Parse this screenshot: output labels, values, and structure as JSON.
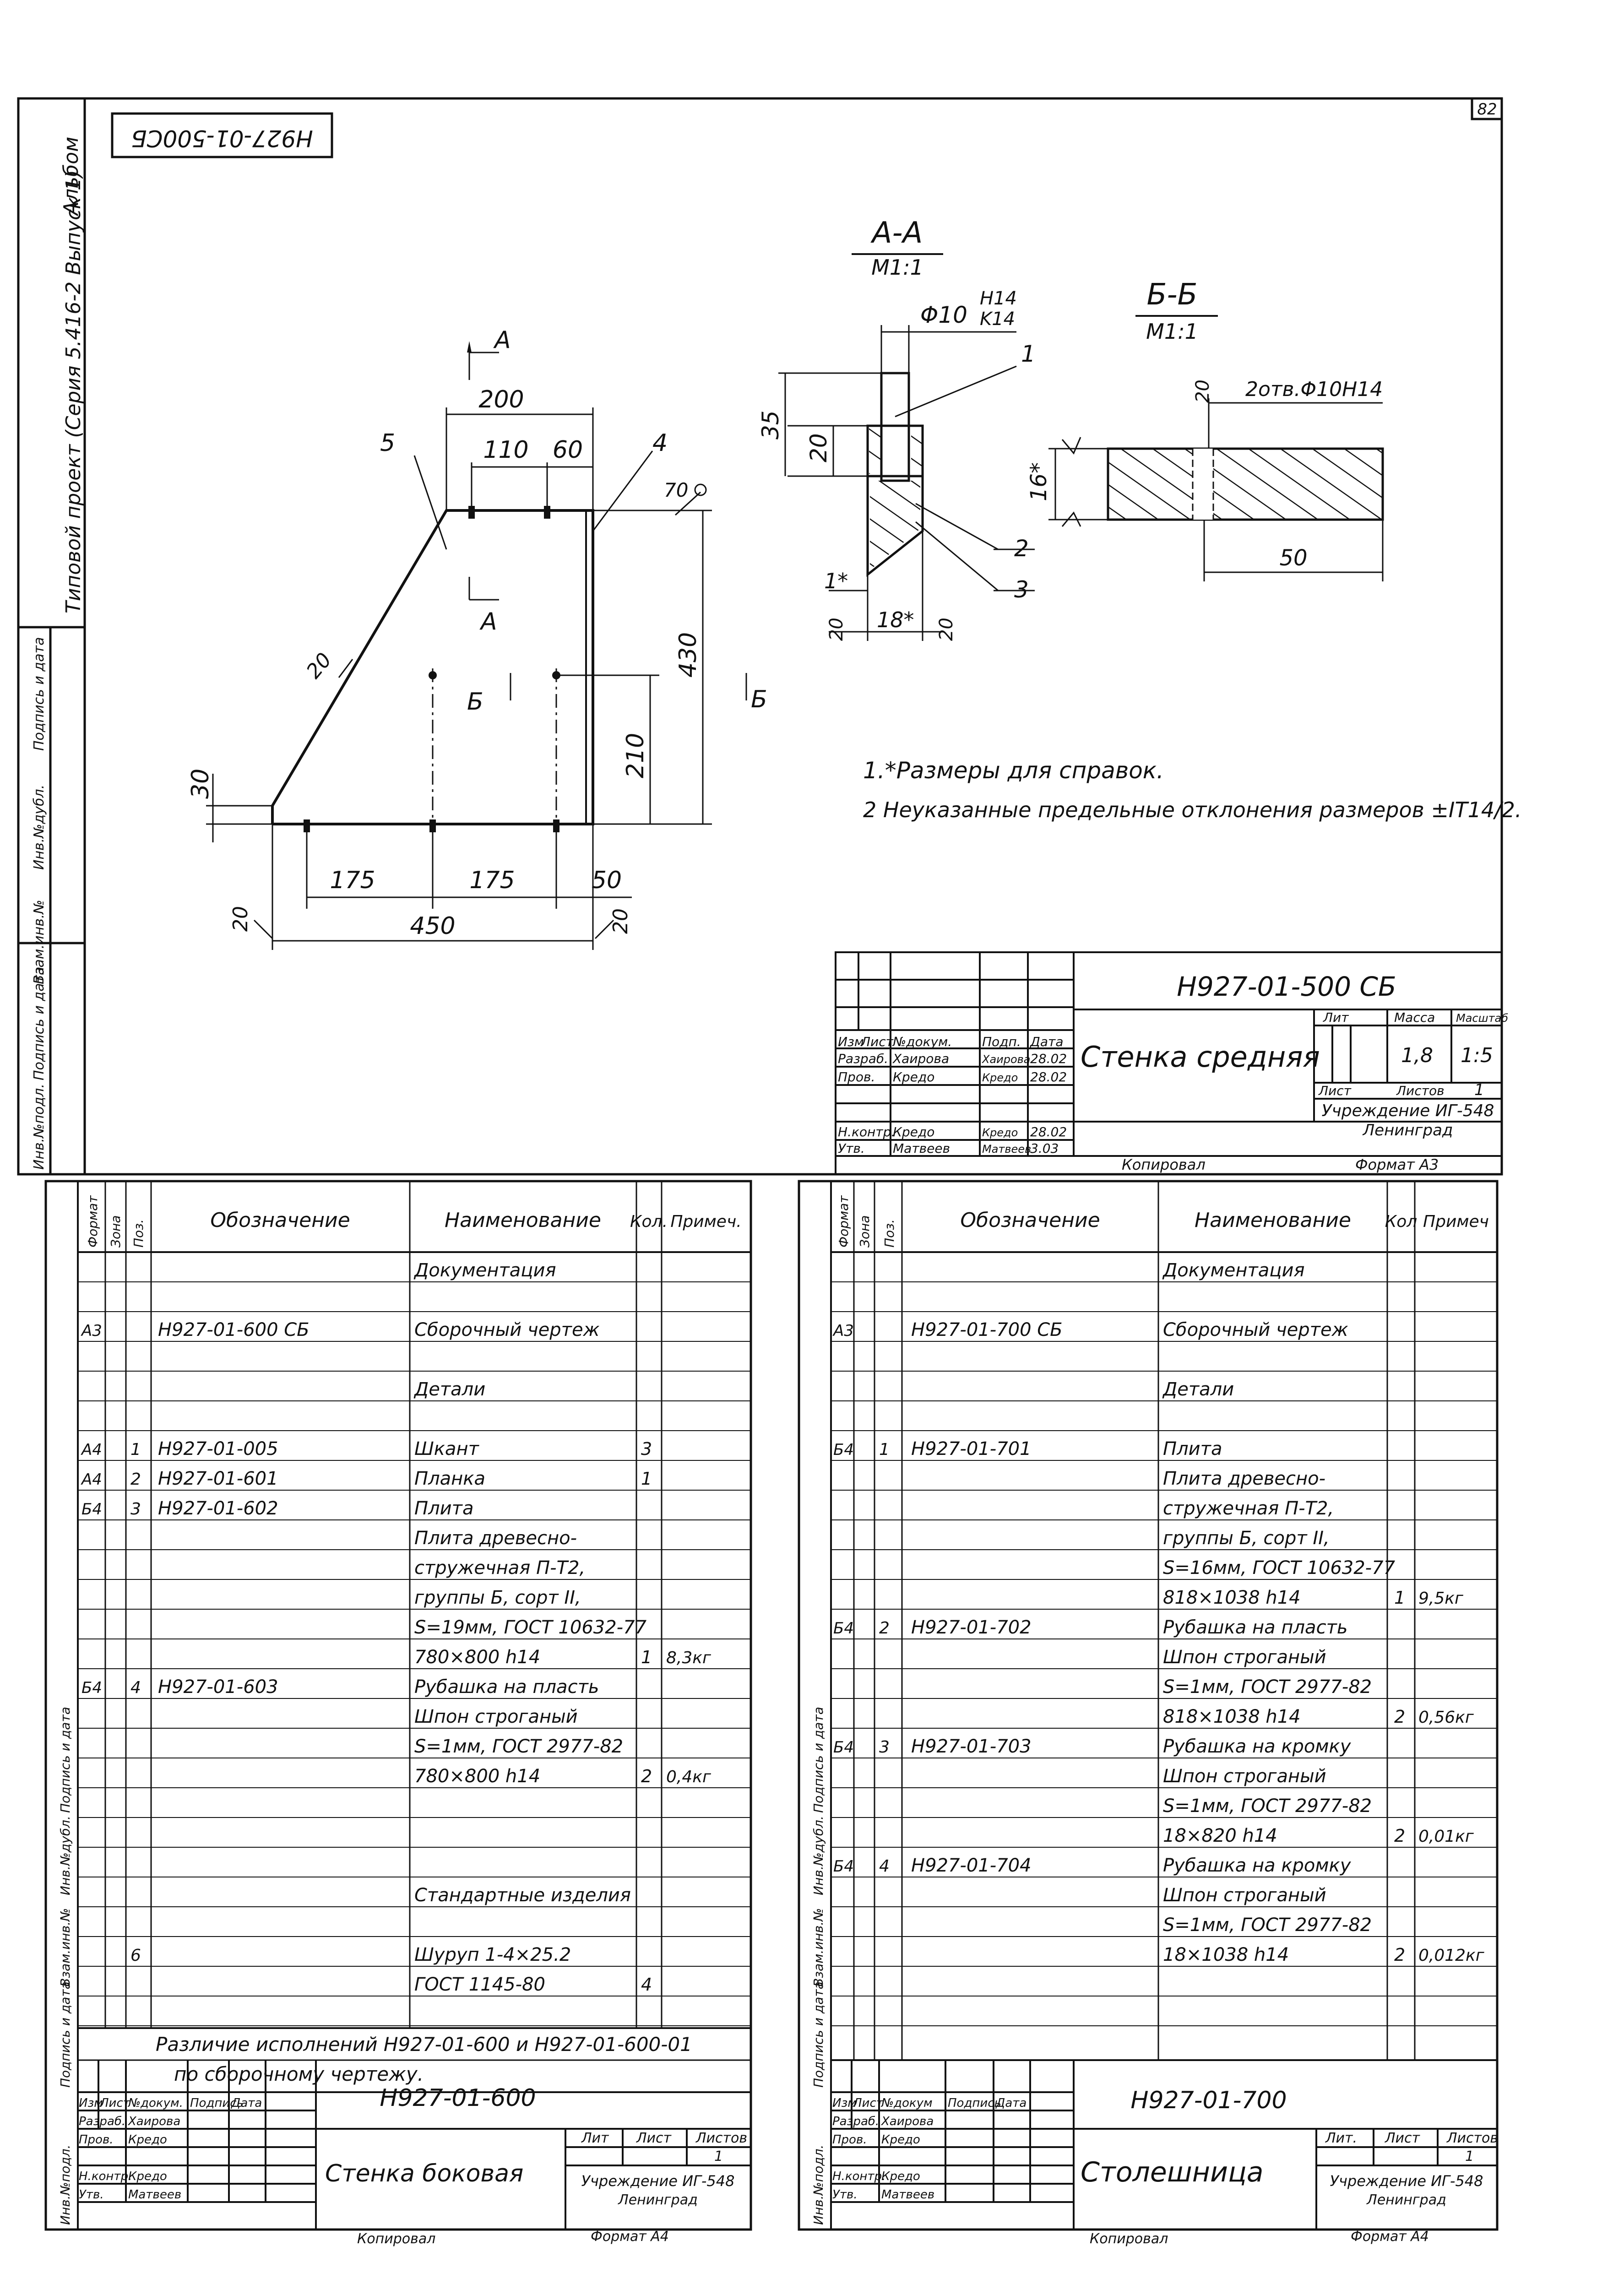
{
  "page_number": "82",
  "album_label": "Альбом",
  "project_label": "Типовой проект (Серия 5.416-2 Выпуск 1)",
  "stamp_code_rotated": "H927-01-500СБ",
  "side_labels": {
    "inv_podl": "Инв.№подл.",
    "podpis_data": "Подпись и дата",
    "vzam_inv": "Взам.инв.№",
    "inv_dubl": "Инв.№дубл.",
    "podpis_data2": "Подпись и дата"
  },
  "drawing_top": {
    "views": {
      "section_aa": "А-А",
      "section_aa_scale": "М1:1",
      "section_bb": "Б-Б",
      "section_bb_scale": "М1:1",
      "view_a_top": "А",
      "view_a_mid": "А",
      "view_b_left": "Б",
      "view_b_right": "Б"
    },
    "dims": {
      "d200": "200",
      "d110": "110",
      "d60": "60",
      "d430": "430",
      "d210": "210",
      "d30": "30",
      "d175a": "175",
      "d175b": "175",
      "d50": "50",
      "d450": "450",
      "d35": "35",
      "d20": "20",
      "d1s": "1*",
      "d18s": "18*",
      "d16s": "16*",
      "d50b": "50",
      "phi": "Φ10",
      "phi_h": "H14",
      "phi_k": "K14",
      "holes": "2отв.Φ10H14",
      "angle70": "70"
    },
    "leaders": {
      "p1": "1",
      "p2": "2",
      "p3": "3",
      "p4": "4",
      "p5": "5",
      "r20a": "20",
      "r20b": "20",
      "r20c": "20",
      "r20d": "20",
      "r20e": "20",
      "r20f": "20"
    },
    "notes": [
      "1.*Размеры для справок.",
      "2 Неуказанные предельные отклонения размеров ±IT14/2."
    ]
  },
  "titleblock_top": {
    "code": "H927-01-500 СБ",
    "name": "Стенка средняя",
    "hdr": {
      "izm": "Изм",
      "list": "Лист",
      "ndok": "№докум.",
      "podp": "Подп.",
      "data": "Дата"
    },
    "rows": [
      {
        "role": "Разраб.",
        "name": "Хаирова",
        "sign": "Хаирова",
        "date": "28.02"
      },
      {
        "role": "Пров.",
        "name": "Кредо",
        "sign": "Кредо",
        "date": "28.02"
      },
      {
        "role": "Н.контр.",
        "name": "Кредо",
        "sign": "Кредо",
        "date": "28.02"
      },
      {
        "role": "Утв.",
        "name": "Матвеев",
        "sign": "Матвеев",
        "date": "3.03"
      }
    ],
    "lit_label": "Лит",
    "mass_label": "Масса",
    "scale_label": "Масштаб",
    "mass": "1,8",
    "scale": "1:5",
    "sheet_label": "Лист",
    "sheets_label": "Листов",
    "sheets": "1",
    "org1": "Учреждение ИГ-548",
    "org2": "Ленинград",
    "copied": "Копировал",
    "format": "Формат А3"
  },
  "spec_left": {
    "headers": {
      "format": "Формат",
      "zone": "Зона",
      "pos": "Поз.",
      "designation": "Обозначение",
      "name": "Наименование",
      "qty": "Кол.",
      "note": "Примеч."
    },
    "rows": [
      {
        "f": "",
        "p": "",
        "d": "",
        "n": "Документация",
        "q": "",
        "r": ""
      },
      {
        "f": "",
        "p": "",
        "d": "",
        "n": "",
        "q": "",
        "r": ""
      },
      {
        "f": "А3",
        "p": "",
        "d": "Н927-01-600 СБ",
        "n": "Сборочный чертеж",
        "q": "",
        "r": ""
      },
      {
        "f": "",
        "p": "",
        "d": "",
        "n": "",
        "q": "",
        "r": ""
      },
      {
        "f": "",
        "p": "",
        "d": "",
        "n": "Детали",
        "q": "",
        "r": ""
      },
      {
        "f": "",
        "p": "",
        "d": "",
        "n": "",
        "q": "",
        "r": ""
      },
      {
        "f": "А4",
        "p": "1",
        "d": "Н927-01-005",
        "n": "Шкант",
        "q": "3",
        "r": ""
      },
      {
        "f": "А4",
        "p": "2",
        "d": "Н927-01-601",
        "n": "Планка",
        "q": "1",
        "r": ""
      },
      {
        "f": "Б4",
        "p": "3",
        "d": "Н927-01-602",
        "n": "Плита",
        "q": "",
        "r": ""
      },
      {
        "f": "",
        "p": "",
        "d": "",
        "n": "Плита древесно-",
        "q": "",
        "r": ""
      },
      {
        "f": "",
        "p": "",
        "d": "",
        "n": "стружечная П-Т2,",
        "q": "",
        "r": ""
      },
      {
        "f": "",
        "p": "",
        "d": "",
        "n": "группы Б, сорт II,",
        "q": "",
        "r": ""
      },
      {
        "f": "",
        "p": "",
        "d": "",
        "n": "S=19мм, ГОСТ 10632-77",
        "q": "",
        "r": ""
      },
      {
        "f": "",
        "p": "",
        "d": "",
        "n": "780×800 h14",
        "q": "1",
        "r": "8,3кг"
      },
      {
        "f": "Б4",
        "p": "4",
        "d": "Н927-01-603",
        "n": "Рубашка на пласть",
        "q": "",
        "r": ""
      },
      {
        "f": "",
        "p": "",
        "d": "",
        "n": "Шпон строганый",
        "q": "",
        "r": ""
      },
      {
        "f": "",
        "p": "",
        "d": "",
        "n": "S=1мм, ГОСТ 2977-82",
        "q": "",
        "r": ""
      },
      {
        "f": "",
        "p": "",
        "d": "",
        "n": "780×800 h14",
        "q": "2",
        "r": "0,4кг"
      },
      {
        "f": "",
        "p": "",
        "d": "",
        "n": "",
        "q": "",
        "r": ""
      },
      {
        "f": "",
        "p": "",
        "d": "",
        "n": "",
        "q": "",
        "r": ""
      },
      {
        "f": "",
        "p": "",
        "d": "",
        "n": "",
        "q": "",
        "r": ""
      },
      {
        "f": "",
        "p": "",
        "d": "",
        "n": "Стандартные изделия",
        "q": "",
        "r": ""
      },
      {
        "f": "",
        "p": "",
        "d": "",
        "n": "",
        "q": "",
        "r": ""
      },
      {
        "f": "",
        "p": "6",
        "d": "",
        "n": "Шуруп 1-4×25.2",
        "q": "",
        "r": ""
      },
      {
        "f": "",
        "p": "",
        "d": "",
        "n": "ГОСТ 1145-80",
        "q": "4",
        "r": ""
      },
      {
        "f": "",
        "p": "",
        "d": "",
        "n": "",
        "q": "",
        "r": ""
      }
    ],
    "footer_note_1": "Различие исполнений Н927-01-600 и Н927-01-600-01",
    "footer_note_2": "по сборочному чертежу.",
    "code": "Н927-01-600",
    "title": "Стенка боковая",
    "hdr": {
      "izm": "Изм",
      "list": "Лист",
      "ndok": "№докум.",
      "podp": "Подпись",
      "data": "Дата"
    },
    "people": [
      {
        "role": "Разраб.",
        "name": "Хаирова"
      },
      {
        "role": "Пров.",
        "name": "Кредо"
      },
      {
        "role": "Н.контр.",
        "name": "Кредо"
      },
      {
        "role": "Утв.",
        "name": "Матвеев"
      }
    ],
    "lit": "Лит",
    "list": "Лист",
    "listov": "Листов",
    "sheets": "1",
    "org1": "Учреждение ИГ-548",
    "org2": "Ленинград",
    "copied": "Копировал",
    "format": "Формат А4"
  },
  "spec_right": {
    "headers": {
      "format": "Формат",
      "zone": "Зона",
      "pos": "Поз.",
      "designation": "Обозначение",
      "name": "Наименование",
      "qty": "Кол",
      "note": "Примеч"
    },
    "rows": [
      {
        "f": "",
        "p": "",
        "d": "",
        "n": "Документация",
        "q": "",
        "r": ""
      },
      {
        "f": "",
        "p": "",
        "d": "",
        "n": "",
        "q": "",
        "r": ""
      },
      {
        "f": "А3",
        "p": "",
        "d": "Н927-01-700 СБ",
        "n": "Сборочный чертеж",
        "q": "",
        "r": ""
      },
      {
        "f": "",
        "p": "",
        "d": "",
        "n": "",
        "q": "",
        "r": ""
      },
      {
        "f": "",
        "p": "",
        "d": "",
        "n": "Детали",
        "q": "",
        "r": ""
      },
      {
        "f": "",
        "p": "",
        "d": "",
        "n": "",
        "q": "",
        "r": ""
      },
      {
        "f": "Б4",
        "p": "1",
        "d": "Н927-01-701",
        "n": "Плита",
        "q": "",
        "r": ""
      },
      {
        "f": "",
        "p": "",
        "d": "",
        "n": "Плита древесно-",
        "q": "",
        "r": ""
      },
      {
        "f": "",
        "p": "",
        "d": "",
        "n": "стружечная П-Т2,",
        "q": "",
        "r": ""
      },
      {
        "f": "",
        "p": "",
        "d": "",
        "n": "группы Б, сорт II,",
        "q": "",
        "r": ""
      },
      {
        "f": "",
        "p": "",
        "d": "",
        "n": "S=16мм, ГОСТ 10632-77",
        "q": "",
        "r": ""
      },
      {
        "f": "",
        "p": "",
        "d": "",
        "n": "818×1038 h14",
        "q": "1",
        "r": "9,5кг"
      },
      {
        "f": "Б4",
        "p": "2",
        "d": "Н927-01-702",
        "n": "Рубашка на пласть",
        "q": "",
        "r": ""
      },
      {
        "f": "",
        "p": "",
        "d": "",
        "n": "Шпон строганый",
        "q": "",
        "r": ""
      },
      {
        "f": "",
        "p": "",
        "d": "",
        "n": "S=1мм, ГОСТ 2977-82",
        "q": "",
        "r": ""
      },
      {
        "f": "",
        "p": "",
        "d": "",
        "n": "818×1038 h14",
        "q": "2",
        "r": "0,56кг"
      },
      {
        "f": "Б4",
        "p": "3",
        "d": "Н927-01-703",
        "n": "Рубашка на кромку",
        "q": "",
        "r": ""
      },
      {
        "f": "",
        "p": "",
        "d": "",
        "n": "Шпон строганый",
        "q": "",
        "r": ""
      },
      {
        "f": "",
        "p": "",
        "d": "",
        "n": "S=1мм, ГОСТ 2977-82",
        "q": "",
        "r": ""
      },
      {
        "f": "",
        "p": "",
        "d": "",
        "n": "18×820 h14",
        "q": "2",
        "r": "0,01кг"
      },
      {
        "f": "Б4",
        "p": "4",
        "d": "Н927-01-704",
        "n": "Рубашка на кромку",
        "q": "",
        "r": ""
      },
      {
        "f": "",
        "p": "",
        "d": "",
        "n": "Шпон строганый",
        "q": "",
        "r": ""
      },
      {
        "f": "",
        "p": "",
        "d": "",
        "n": "S=1мм, ГОСТ 2977-82",
        "q": "",
        "r": ""
      },
      {
        "f": "",
        "p": "",
        "d": "",
        "n": "18×1038 h14",
        "q": "2",
        "r": "0,012кг"
      },
      {
        "f": "",
        "p": "",
        "d": "",
        "n": "",
        "q": "",
        "r": ""
      },
      {
        "f": "",
        "p": "",
        "d": "",
        "n": "",
        "q": "",
        "r": ""
      }
    ],
    "code": "Н927-01-700",
    "title": "Столешница",
    "hdr": {
      "izm": "Изм",
      "list": "Лист",
      "ndok": "№докум",
      "podp": "Подпись",
      "data": "Дата"
    },
    "people": [
      {
        "role": "Разраб.",
        "name": "Хаирова"
      },
      {
        "role": "Пров.",
        "name": "Кредо"
      },
      {
        "role": "Н.контр.",
        "name": "Кредо"
      },
      {
        "role": "Утв.",
        "name": "Матвеев"
      }
    ],
    "lit": "Лит.",
    "list": "Лист",
    "listov": "Листов",
    "sheets": "1",
    "org1": "Учреждение ИГ-548",
    "org2": "Ленинград",
    "copied": "Копировал",
    "format": "Формат А4"
  }
}
